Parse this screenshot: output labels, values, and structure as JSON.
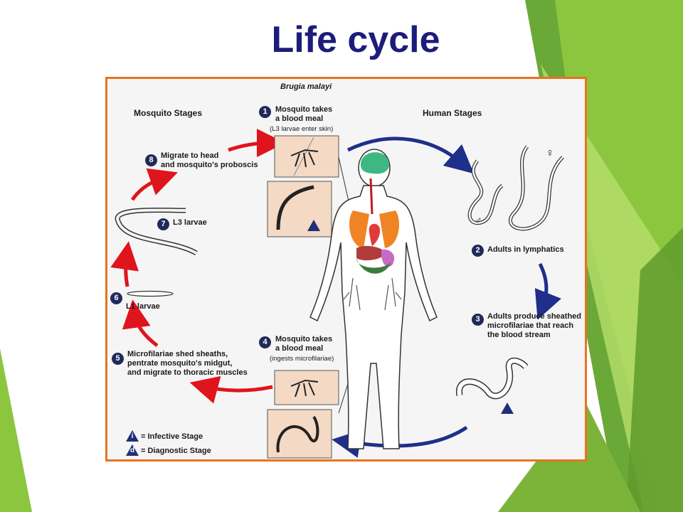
{
  "slide": {
    "title": "Life cycle",
    "colors": {
      "title": "#1c1c7a",
      "frame": "#e8731e",
      "green_light": "#9bc93d",
      "green_dark": "#5a9a2e"
    }
  },
  "diagram": {
    "organism": "Brugia malayi",
    "mosquito_header": "Mosquito Stages",
    "human_header": "Human Stages",
    "steps": [
      {
        "num": "1",
        "text": "Mosquito takes\na blood meal",
        "note": "(L3 larvae enter skin)"
      },
      {
        "num": "2",
        "text": "Adults in lymphatics"
      },
      {
        "num": "3",
        "text": "Adults produce sheathed\nmicrofilariae that reach\nthe blood stream"
      },
      {
        "num": "4",
        "text": "Mosquito takes\na blood meal",
        "note": "(ingests microfilariae)"
      },
      {
        "num": "5",
        "text": "Microfilariae shed sheaths,\npentrate mosquito's midgut,\nand migrate to thoracic muscles"
      },
      {
        "num": "6",
        "text": "L1 larvae"
      },
      {
        "num": "7",
        "text": "L3 larvae"
      },
      {
        "num": "8",
        "text": "Migrate to head\nand mosquito's proboscis"
      }
    ],
    "legend": [
      {
        "symbol": "i",
        "label": "= Infective Stage"
      },
      {
        "symbol": "d",
        "label": "= Diagnostic Stage"
      }
    ],
    "symbols": {
      "male": "♂",
      "female": "♀"
    },
    "arrow_colors": {
      "human": "#1f2f8a",
      "mosquito": "#e0141c"
    }
  }
}
